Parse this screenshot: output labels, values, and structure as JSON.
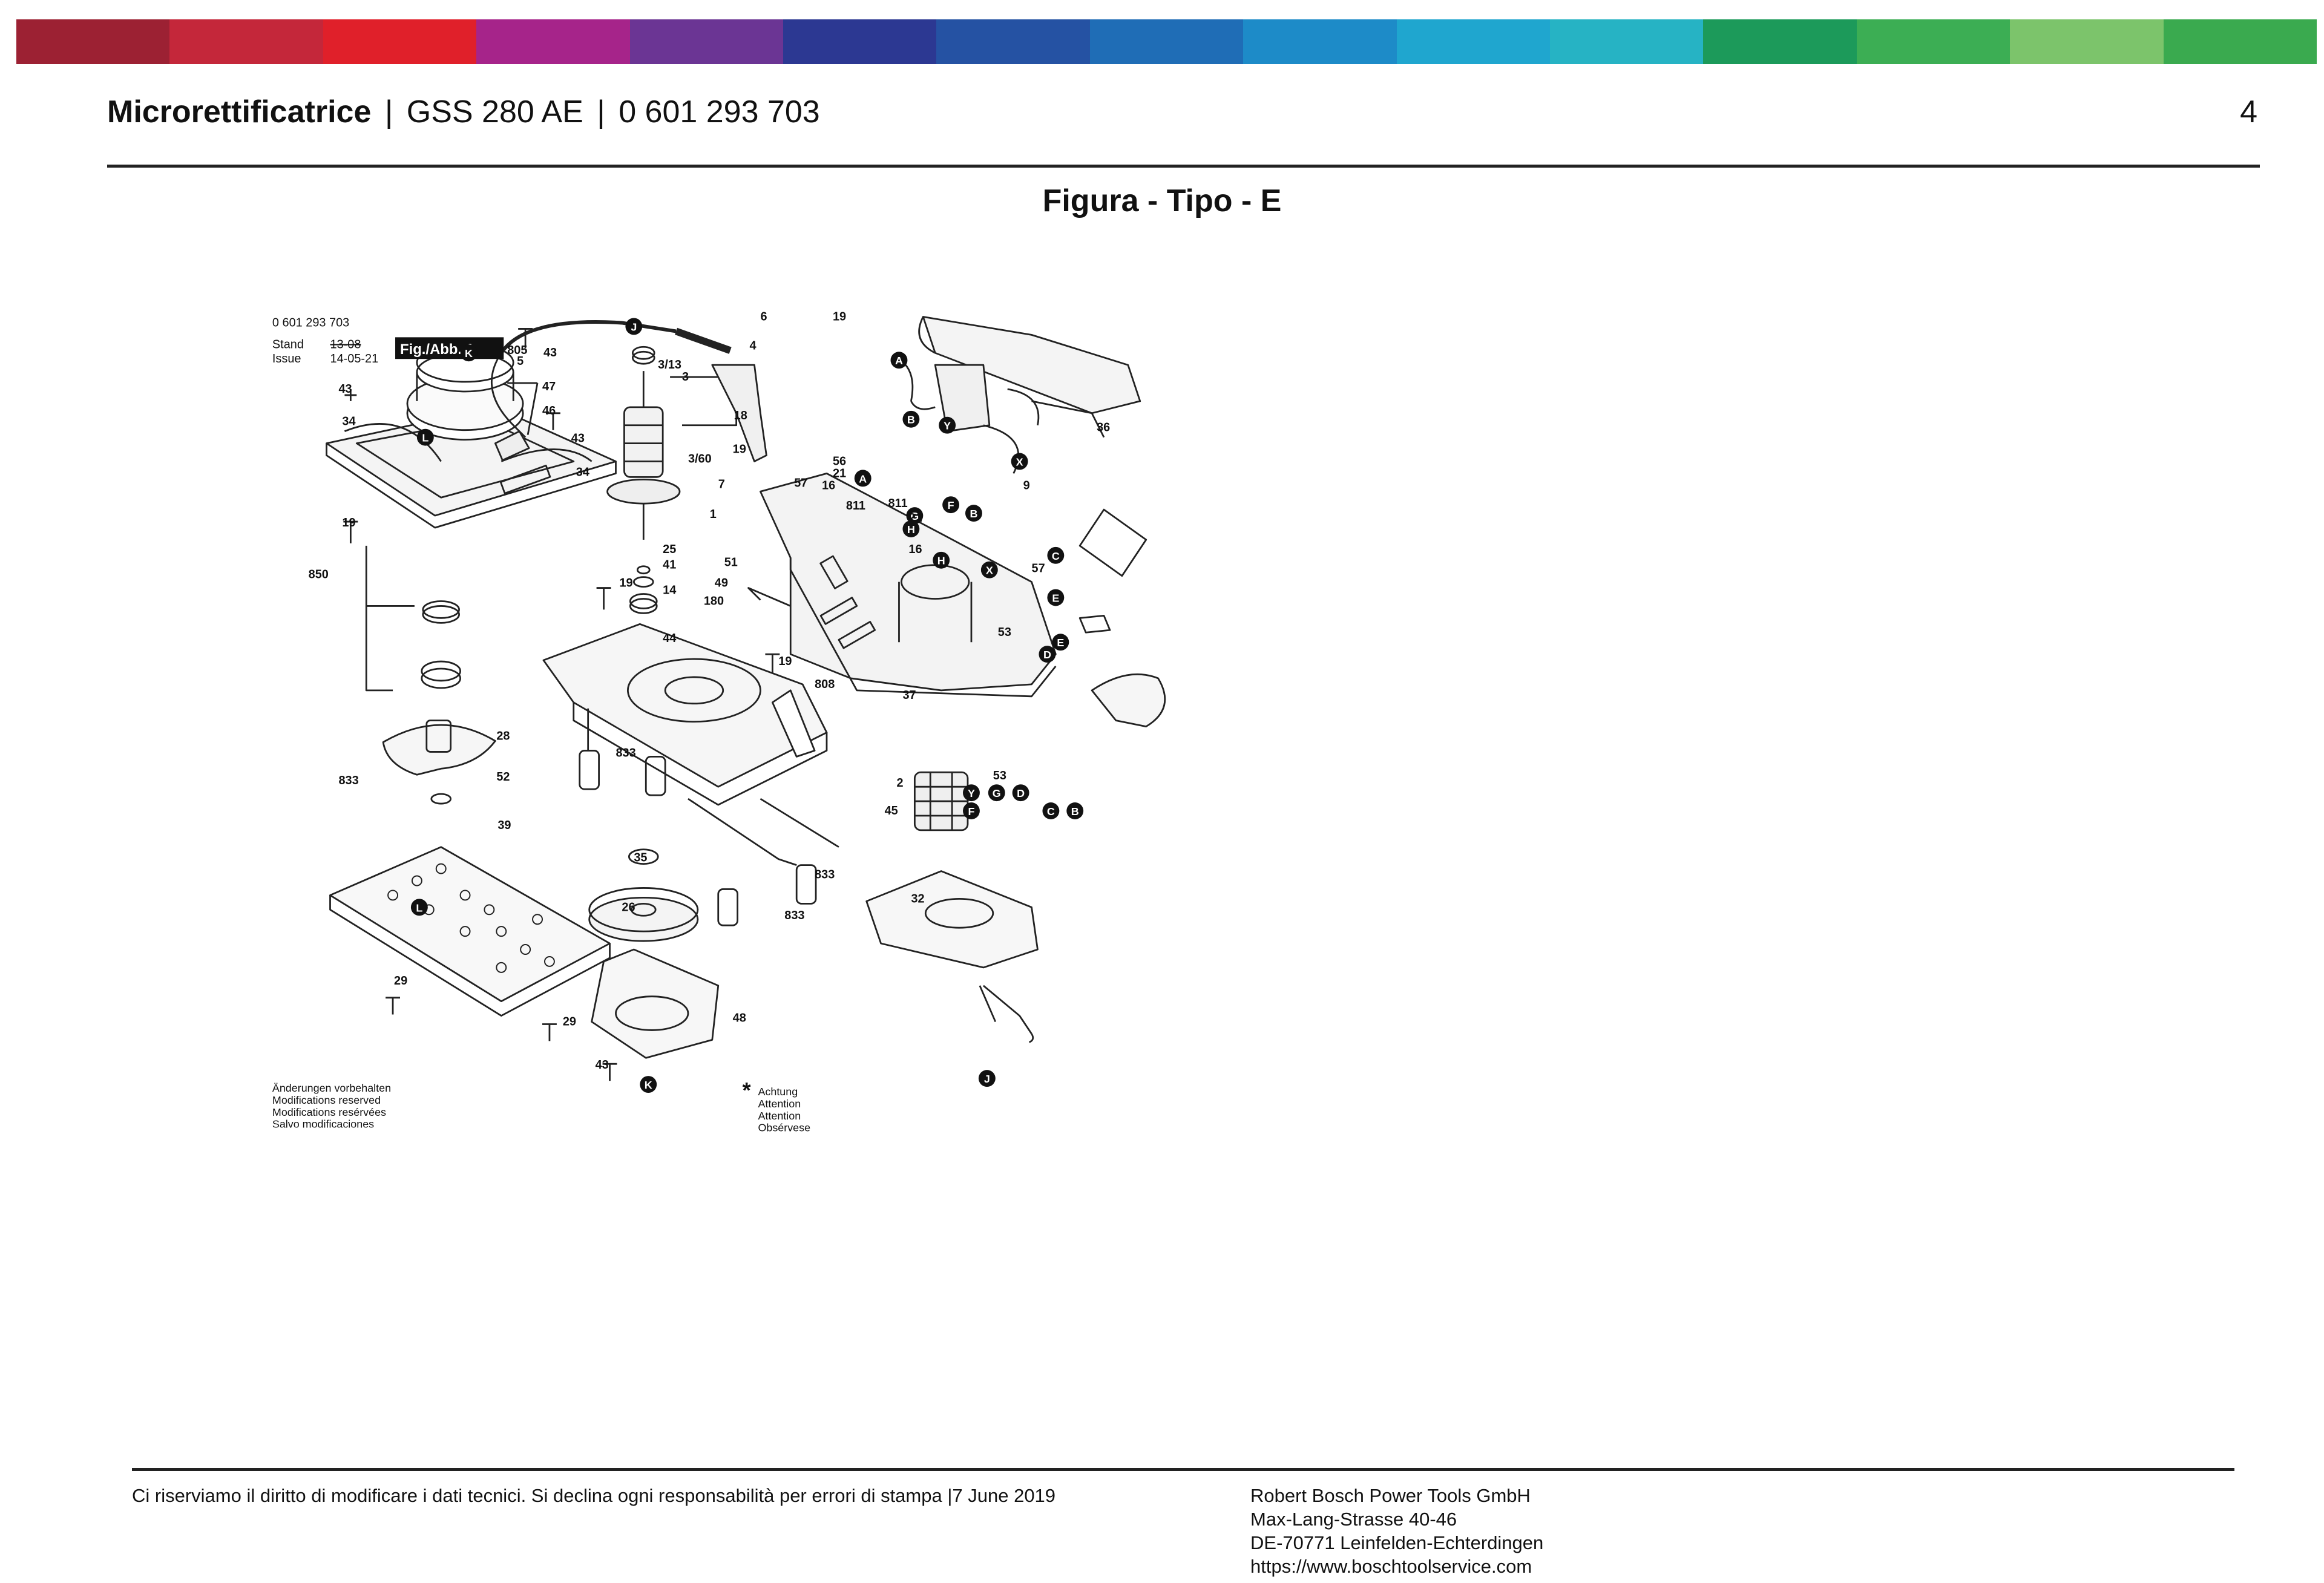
{
  "colorbar": [
    "#9c2133",
    "#c4273a",
    "#e0202a",
    "#a6248a",
    "#6b3594",
    "#2c3892",
    "#2552a3",
    "#1f6db6",
    "#1d8bc8",
    "#1fa6cf",
    "#26b3c4",
    "#1c9a5a",
    "#3cae54",
    "#7cc46b",
    "#3aaa4f"
  ],
  "header": {
    "title_bold": "Microrettificatrice",
    "model": "GSS 280 AE",
    "part_number": "0 601 293 703",
    "separator": "|",
    "page_number": "4"
  },
  "figure_title": "Figura - Tipo - E",
  "diagram": {
    "doc_number": "0 601 293 703",
    "stand_label": "Stand",
    "issue_label": "Issue",
    "stand_old": "13-08",
    "issue_date": "14-05-21",
    "fig_label": "Fig./Abb. 1",
    "disclaimer": [
      "Änderungen vorbehalten",
      "Modifications reserved",
      "Modifications resérvées",
      "Salvo modificaciones"
    ],
    "attention_mark": "*",
    "attention": [
      "Achtung",
      "Attention",
      "Attention",
      "Obsérvese"
    ],
    "circle_letters": [
      "K",
      "L",
      "J",
      "A",
      "B",
      "Y",
      "A",
      "X",
      "F",
      "B",
      "G",
      "H",
      "H",
      "X",
      "C",
      "E",
      "D",
      "E",
      "F",
      "Y",
      "G",
      "D",
      "C",
      "B",
      "L",
      "K",
      "J"
    ],
    "part_labels": [
      "43",
      "47",
      "46",
      "43",
      "34",
      "43",
      "34",
      "19",
      "850",
      "28",
      "52",
      "39",
      "29",
      "29",
      "805",
      "5",
      "3/13",
      "3",
      "3/60",
      "25",
      "41",
      "14",
      "19",
      "44",
      "19",
      "833",
      "833",
      "35",
      "26",
      "833",
      "833",
      "48",
      "43",
      "6",
      "4",
      "18",
      "19",
      "7",
      "57",
      "21",
      "16",
      "811",
      "811",
      "21",
      "16",
      "1",
      "51",
      "49",
      "180",
      "808",
      "9",
      "57",
      "53",
      "37",
      "53",
      "56",
      "36",
      "19",
      "2",
      "45",
      "32"
    ]
  },
  "footer": {
    "left": "Ci riserviamo il diritto di modificare i dati tecnici. Si declina ogni responsabilità per errori di stampa |7 June 2019",
    "company": "Robert Bosch Power Tools GmbH",
    "street": "Max-Lang-Strasse 40-46",
    "city": "DE-70771 Leinfelden-Echterdingen",
    "url": "https://www.boschtoolservice.com"
  }
}
